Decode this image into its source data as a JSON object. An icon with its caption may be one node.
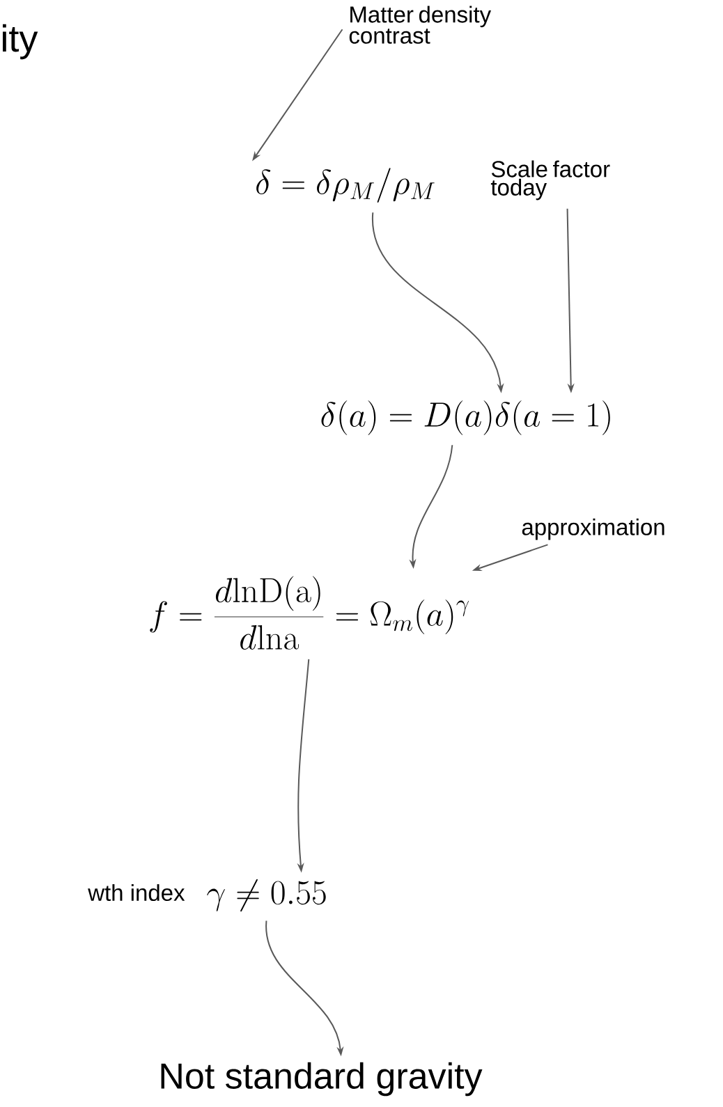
{
  "diagram": {
    "title": "ity",
    "nodes": [
      {
        "text": [
          "Matter density contrast"
        ]
      },
      {
        "text": [
          "\\delta = \\delta\\rho_M/\\rho_M"
        ]
      },
      {
        "text": [
          "Scale factor today"
        ]
      },
      {
        "text": [
          "\\delta(a) = D(a)\\delta(a=1)"
        ]
      },
      {
        "text": [
          "approximation"
        ]
      },
      {
        "text": [
          "f = \\frac{d\\mathrm{lnD(a)}}{d\\mathrm{lna}} = \\Omega_m(a)^\\gamma"
        ]
      },
      {
        "text": [
          "\\gamma \\neq 0.55"
        ],
        "beside": [
          "wth index"
        ]
      },
      {
        "text": [
          "Not standard gravity"
        ]
      }
    ],
    "edges": [
      {
        "from": 0,
        "to": 1,
        "arrow": "to"
      },
      {
        "from": 1,
        "to": 3,
        "arrow": "to"
      },
      {
        "from": 2,
        "to": 3,
        "arrow": "to"
      },
      {
        "from": 3,
        "to": 5,
        "arrow": "to"
      },
      {
        "from": 4,
        "to": 5,
        "arrow": "to"
      },
      {
        "from": 5,
        "to": 6,
        "arrow": "to"
      },
      {
        "from": 6,
        "to": 7,
        "arrow": "to"
      }
    ]
  }
}
